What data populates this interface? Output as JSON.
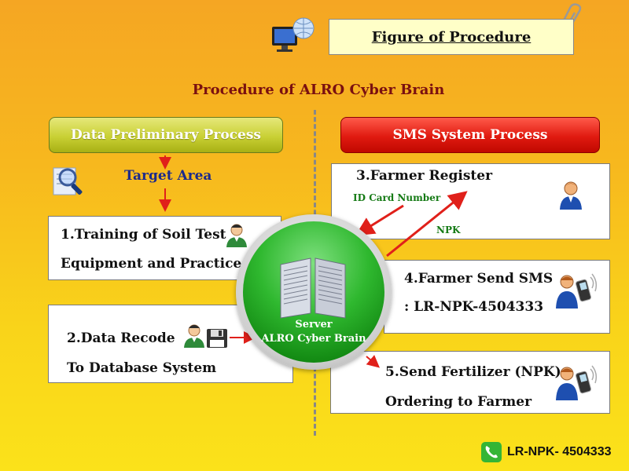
{
  "figure_title": "Figure of Procedure",
  "main_title": "Procedure of ALRO Cyber Brain",
  "left_header": "Data Preliminary Process",
  "right_header": "SMS System  Process",
  "target_area": "Target Area",
  "step1": {
    "line1": "1.Training of Soil Test",
    "line2": "Equipment and Practice"
  },
  "step2": {
    "line1": "2.Data Recode",
    "line2": "To Database System"
  },
  "step3": {
    "title": "3.Farmer Register",
    "id_label": "ID Card Number",
    "npk_label": "NPK"
  },
  "step4": {
    "line1": "4.Farmer Send SMS",
    "line2": ": LR-NPK-4504333"
  },
  "step5": {
    "line1": "5.Send Fertilizer (NPK)",
    "line2": "Ordering to Farmer"
  },
  "server": {
    "line1": "Server",
    "line2": "ALRO Cyber Brain"
  },
  "contact": "LR-NPK- 4504333",
  "colors": {
    "main_title": "#7a1010",
    "target_area": "#1c2a8c",
    "arrow": "#e0201a",
    "green_label": "#157a15"
  },
  "icons": [
    "computer-globe-icon",
    "paperclip-icon",
    "magnifier-icon",
    "farmer-icon",
    "database-icon",
    "phone-icon"
  ]
}
